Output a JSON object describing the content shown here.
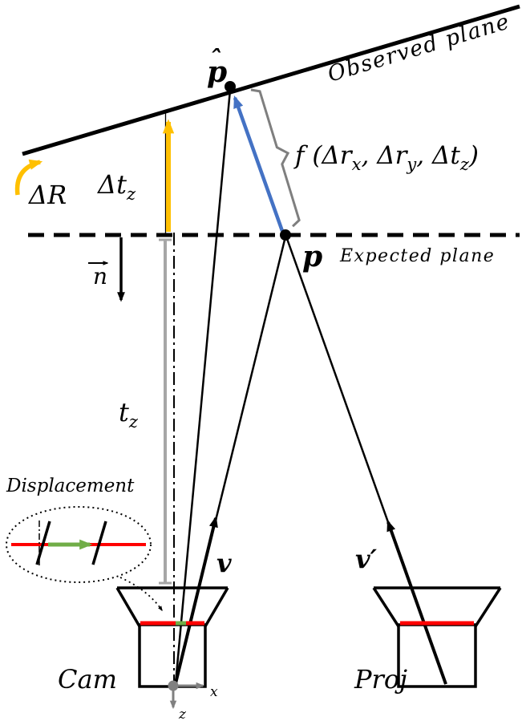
{
  "figure": {
    "labels": {
      "observed_plane": "Observed plane",
      "expected_plane": "Expected plane",
      "p_hat_base": "p",
      "p_hat_accent": "ˆ",
      "p": "p",
      "delta_R": "ΔR",
      "delta_t": {
        "base": "Δt",
        "sub": "z"
      },
      "f_expr": {
        "p1": "f (Δr",
        "s1": "x",
        "p2": ", Δr",
        "s2": "y",
        "p3": ", Δt",
        "s3": "z",
        "p4": ")"
      },
      "t": {
        "base": "t",
        "sub": "z"
      },
      "n": "n",
      "v": "v",
      "v_prime": "v′",
      "cam": "Cam",
      "proj": "Proj",
      "displacement": "Displacement",
      "axis_x": "x",
      "axis_z": "z"
    },
    "colors": {
      "blue_arrow": "#4472C4",
      "yellow_arrow": "#FFC000",
      "green_arrow": "#70AD47",
      "red_image_plane": "#FF0000",
      "gray_dimension": "#A6A6A6",
      "gray_brace": "#7F7F7F",
      "gray_axes": "#808080",
      "black": "#000000"
    }
  }
}
